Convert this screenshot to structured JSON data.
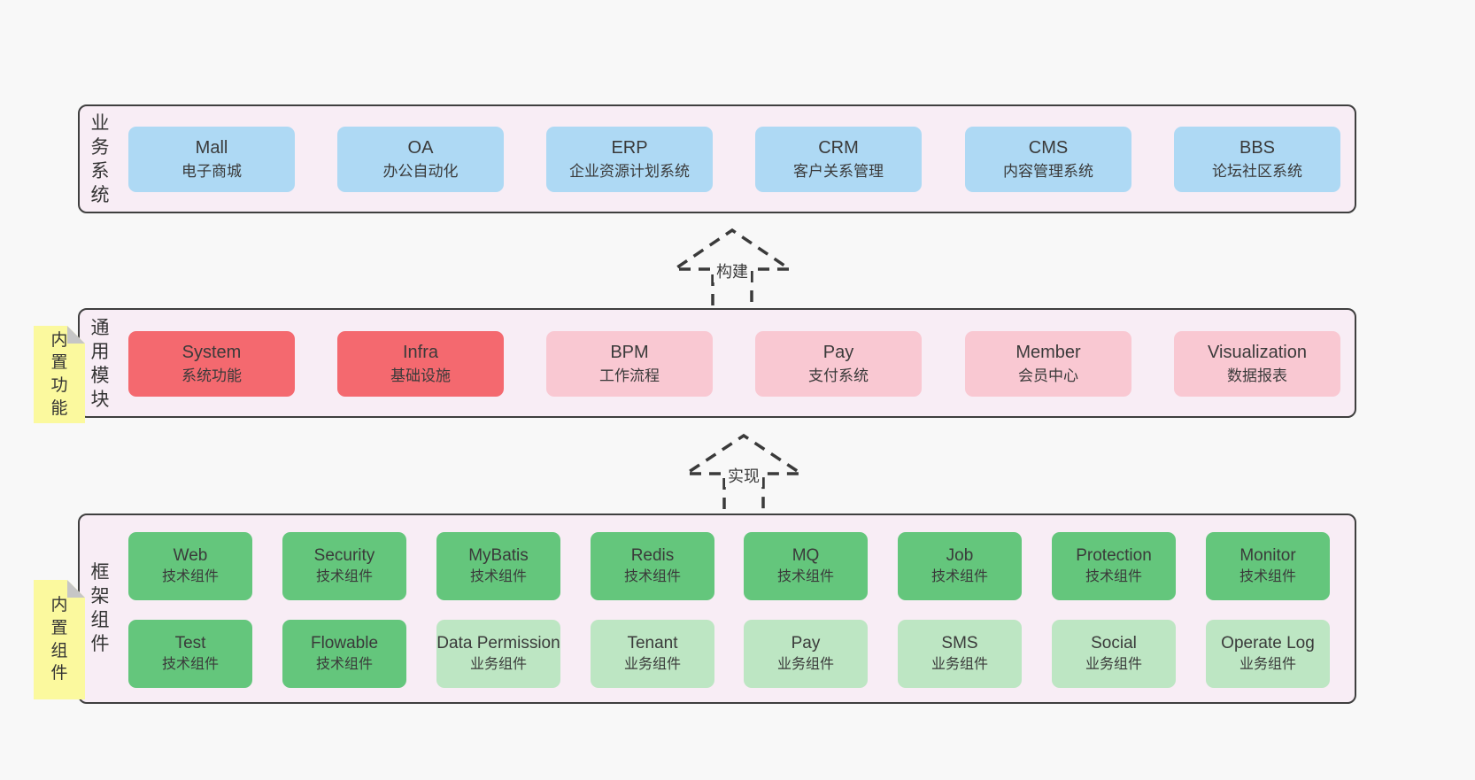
{
  "diagram": {
    "colors": {
      "page_bg": "#f8f8f8",
      "band_bg": "#f8edf5",
      "band_border": "#3f3f3f",
      "blue_box": "#aed9f4",
      "red_box": "#f4696f",
      "pink_box": "#f9c8d2",
      "green_box": "#64c67c",
      "light_green_box": "#bde6c3",
      "sticky_yellow": "#fbf99e",
      "sticky_fold": "#c6c6c6",
      "text": "#3a3a3a"
    },
    "arrows": [
      {
        "label": "构建"
      },
      {
        "label": "实现"
      }
    ],
    "bands": [
      {
        "label": "业务系统",
        "boxes": [
          {
            "title": "Mall",
            "subtitle": "电子商城"
          },
          {
            "title": "OA",
            "subtitle": "办公自动化"
          },
          {
            "title": "ERP",
            "subtitle": "企业资源计划系统"
          },
          {
            "title": "CRM",
            "subtitle": "客户关系管理"
          },
          {
            "title": "CMS",
            "subtitle": "内容管理系统"
          },
          {
            "title": "BBS",
            "subtitle": "论坛社区系统"
          }
        ]
      },
      {
        "label": "通用模块",
        "sticky": "内置功能",
        "boxes": [
          {
            "title": "System",
            "subtitle": "系统功能"
          },
          {
            "title": "Infra",
            "subtitle": "基础设施"
          },
          {
            "title": "BPM",
            "subtitle": "工作流程"
          },
          {
            "title": "Pay",
            "subtitle": "支付系统"
          },
          {
            "title": "Member",
            "subtitle": "会员中心"
          },
          {
            "title": "Visualization",
            "subtitle": "数据报表"
          }
        ]
      },
      {
        "label": "框架组件",
        "sticky": "内置组件",
        "row1": [
          {
            "title": "Web",
            "subtitle": "技术组件"
          },
          {
            "title": "Security",
            "subtitle": "技术组件"
          },
          {
            "title": "MyBatis",
            "subtitle": "技术组件"
          },
          {
            "title": "Redis",
            "subtitle": "技术组件"
          },
          {
            "title": "MQ",
            "subtitle": "技术组件"
          },
          {
            "title": "Job",
            "subtitle": "技术组件"
          },
          {
            "title": "Protection",
            "subtitle": "技术组件"
          },
          {
            "title": "Monitor",
            "subtitle": "技术组件"
          }
        ],
        "row2": [
          {
            "title": "Test",
            "subtitle": "技术组件"
          },
          {
            "title": "Flowable",
            "subtitle": "技术组件"
          },
          {
            "title": "Data Permission",
            "subtitle": "业务组件"
          },
          {
            "title": "Tenant",
            "subtitle": "业务组件"
          },
          {
            "title": "Pay",
            "subtitle": "业务组件"
          },
          {
            "title": "SMS",
            "subtitle": "业务组件"
          },
          {
            "title": "Social",
            "subtitle": "业务组件"
          },
          {
            "title": "Operate Log",
            "subtitle": "业务组件"
          }
        ]
      }
    ]
  }
}
